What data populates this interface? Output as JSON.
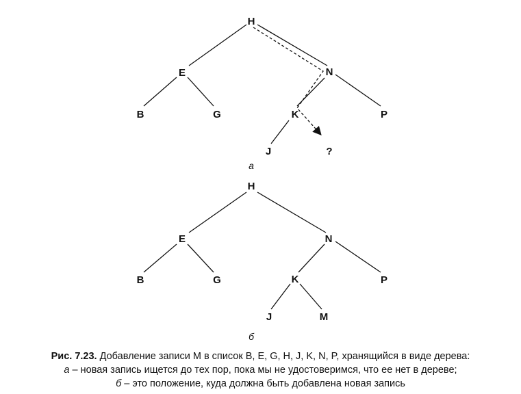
{
  "figure_a": {
    "label": "а",
    "nodes": {
      "H": "H",
      "E": "E",
      "N": "N",
      "B": "B",
      "G": "G",
      "K": "K",
      "P": "P",
      "J": "J",
      "Q": "?"
    }
  },
  "figure_b": {
    "label": "б",
    "nodes": {
      "H": "H",
      "E": "E",
      "N": "N",
      "B": "B",
      "G": "G",
      "K": "K",
      "P": "P",
      "J": "J",
      "M": "M"
    }
  },
  "caption": {
    "number": "Рис. 7.23.",
    "line1": "Добавление записи M в список B, E, G, H, J, K, N, P, хранящийся в виде дерева:",
    "line2_prefix": "а",
    "line2": " – новая запись ищется до тех пор, пока мы не удостоверимся, что ее нет в дереве;",
    "line3_prefix": "б",
    "line3": " – это положение, куда должна быть добавлена новая запись"
  }
}
